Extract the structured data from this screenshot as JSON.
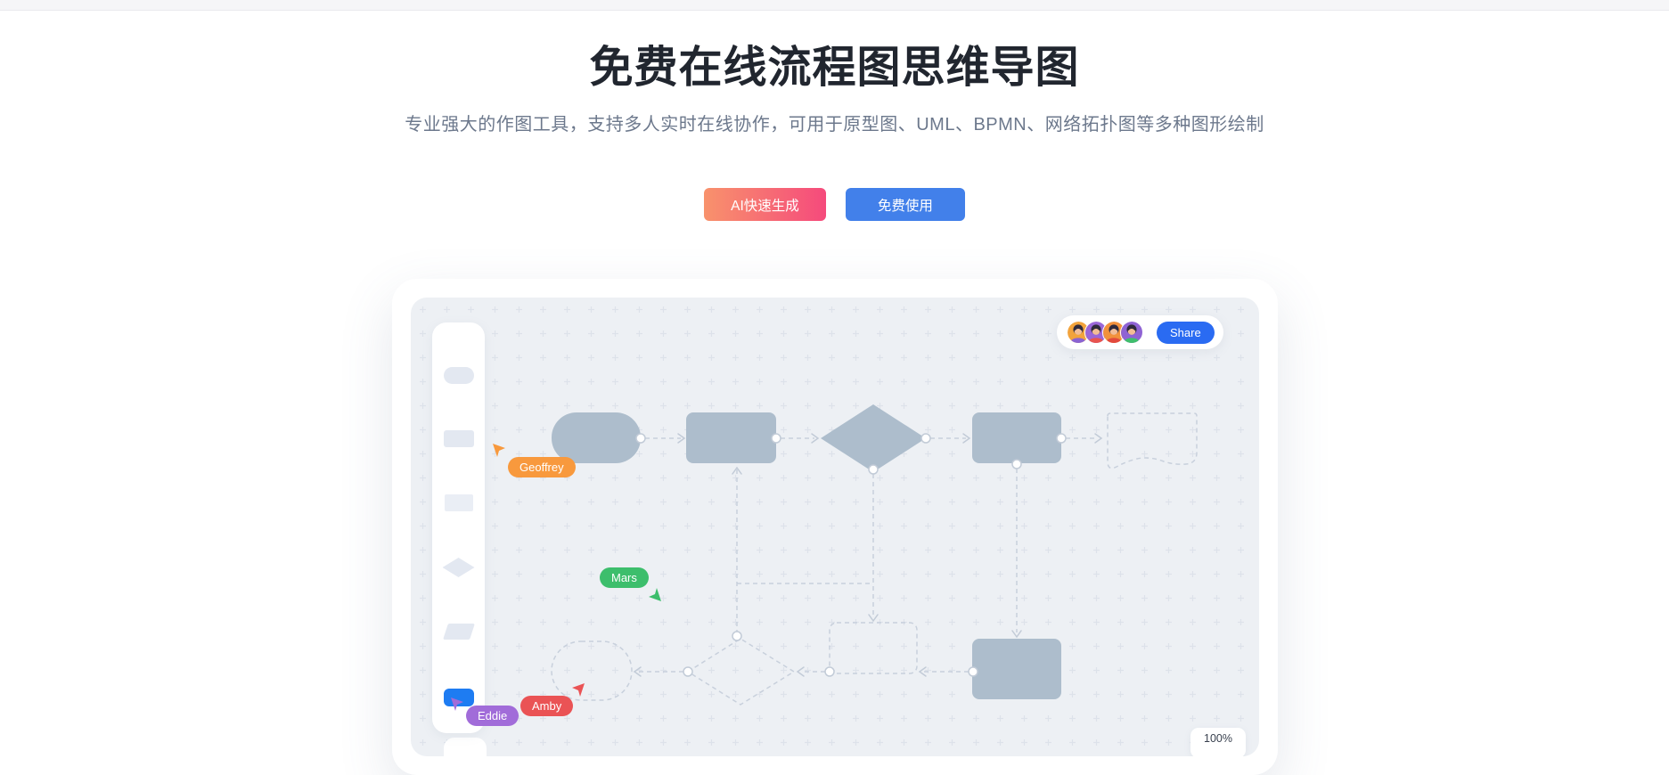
{
  "hero": {
    "title": "免费在线流程图思维导图",
    "subtitle": "专业强大的作图工具，支持多人实时在线协作，可用于原型图、UML、BPMN、网络拓扑图等多种图形绘制",
    "ai_button": "AI快速生成",
    "free_button": "免费使用",
    "colors": {
      "title_text": "#21262F",
      "subtitle_text": "#6C788C",
      "ai_gradient_start": "#F8926C",
      "ai_gradient_end": "#F54A7C",
      "free_button_blue": "#4280EA"
    }
  },
  "editor": {
    "share_label": "Share",
    "zoom_level": "100%",
    "collaborators": [
      {
        "name": "Geoffrey",
        "color": "#F8993D"
      },
      {
        "name": "Mars",
        "color": "#3DBE6C"
      },
      {
        "name": "Amby",
        "color": "#EA5355"
      },
      {
        "name": "Eddie",
        "color": "#A16CD9"
      }
    ],
    "avatars": [
      {
        "bg": "#F2A33C",
        "shirt": "#8A63D2"
      },
      {
        "bg": "#9A66D8",
        "shirt": "#E8544F"
      },
      {
        "bg": "#F2913C",
        "shirt": "#E2493D"
      },
      {
        "bg": "#8F63D4",
        "shirt": "#3FBE6C"
      }
    ],
    "toolbar_shapes": [
      "terminator",
      "process",
      "process-alt",
      "decision",
      "parallelogram",
      "selected-process"
    ],
    "canvas_colors": {
      "canvas_background": "#EDF0F4",
      "shape_fill": "#ADBDCC",
      "dashed_stroke": "#C8D0DC",
      "grid_mark": "#DDE2EA",
      "share_blue": "#2A6BF2",
      "selected_tool_blue": "#1E7CF2"
    }
  }
}
